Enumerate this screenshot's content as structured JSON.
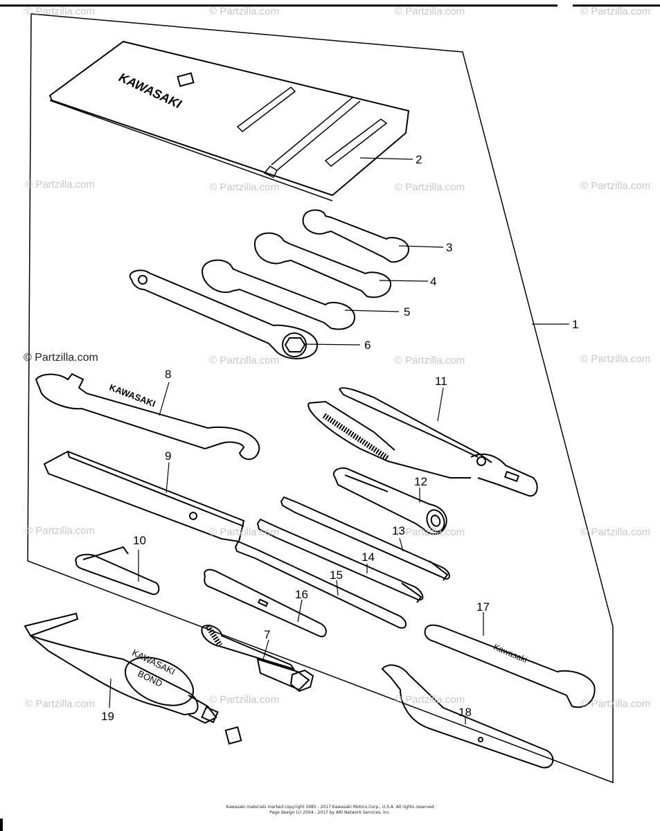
{
  "watermark": "© Partzilla.com",
  "callouts": {
    "c1": "1",
    "c2": "2",
    "c3": "3",
    "c4": "4",
    "c5": "5",
    "c6": "6",
    "c7": "7",
    "c8": "8",
    "c9": "9",
    "c10": "10",
    "c11": "11",
    "c12": "12",
    "c13": "13",
    "c14": "14",
    "c15": "15",
    "c16": "16",
    "c17": "17",
    "c18": "18",
    "c19": "19"
  },
  "printed_text": {
    "bag_brand": "KAWASAKI",
    "wrench_brand": "KAWASAKI",
    "bond_line1": "KAWASAKI",
    "bond_line2": "BOND",
    "wrench17_brand": "Kawasaki"
  },
  "footer": {
    "line1": "Kawasaki materials marked copyright 1985 - 2017 Kawasaki Motors Corp., U.S.A. All rights reserved",
    "line2": "Page design (c) 2004 - 2017 by ARI Network Services, Inc."
  }
}
